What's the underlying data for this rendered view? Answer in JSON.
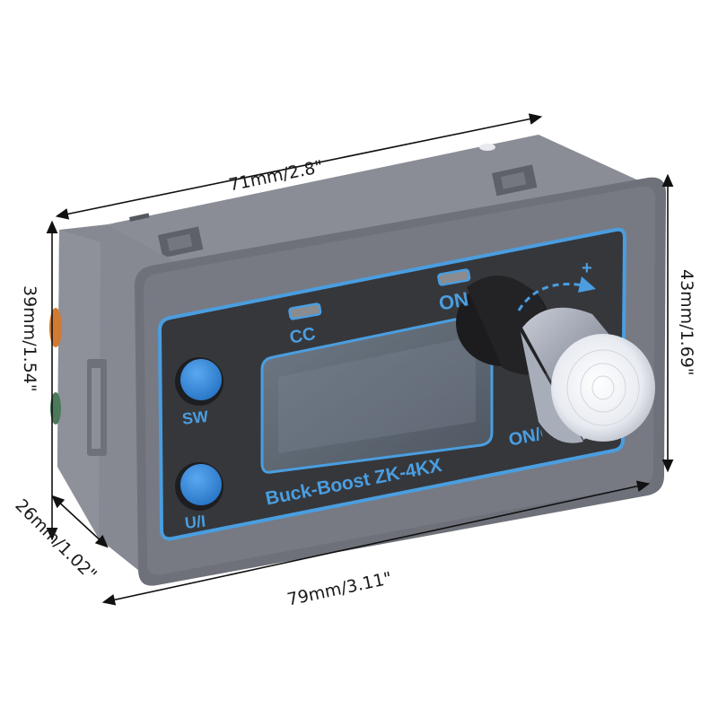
{
  "product": {
    "model_label": "Buck-Boost ZK-4KX",
    "buttons": [
      {
        "label": "SW"
      },
      {
        "label": "U/I"
      }
    ],
    "indicators": [
      {
        "label": "CC"
      },
      {
        "label": "ON"
      }
    ],
    "knob_label": "ON/OFF",
    "knob_direction_symbol": "+",
    "colors": {
      "housing": "#7d8089",
      "housing_top": "#8b8e97",
      "panel": "#3a3b3f",
      "accent_blue": "#4a9ee0",
      "button_blue": "#3d8fe0",
      "knob_silver": "#e4e7ee"
    }
  },
  "dimensions": {
    "top_width": "71mm/2.8\"",
    "bottom_width": "79mm/3.11\"",
    "left_height": "39mm/1.54\"",
    "right_height": "43mm/1.69\"",
    "depth": "26mm/1.02\""
  }
}
